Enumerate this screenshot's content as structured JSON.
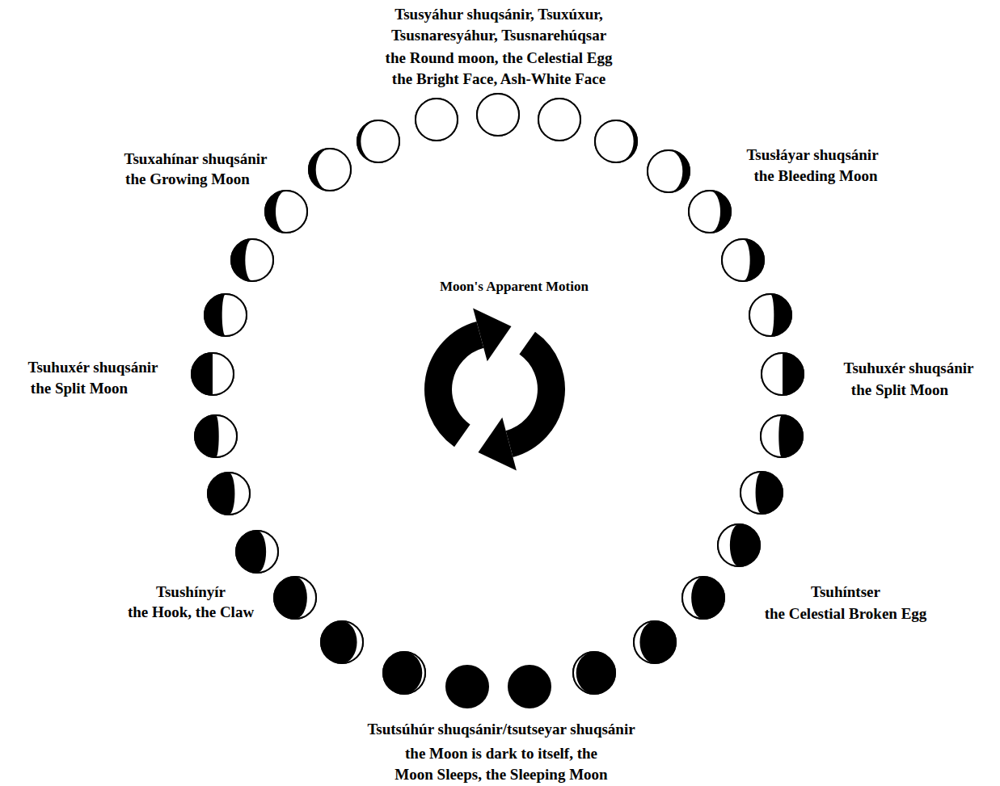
{
  "diagram": {
    "labels": [
      "Tsusyáhur shuqsánir, Tsuxúxur, Tsusnaresyáhur, Tsusnarehúqsar",
      "the Round moon, the Celestial Egg the Bright Face, Ash-White Face",
      "Tsuxahínar shuqsánir",
      "the Growing Moon",
      "Tsusłáyar shuqsánir",
      "the Bleeding Moon",
      "Moon's Apparent Motion",
      "Tsuhuxér shuqsánir",
      "the Split Moon",
      "Tsuhuxér shuqsánir",
      "the Split Moon",
      "Tsushínyír",
      "the Hook, the Claw",
      "Tsuhíntser",
      "the Celestial Broken Egg",
      "Tsutsúhúr shuqsánir/tsutseyar shuqsánir",
      "the Moon is dark to itself, the Moon Sleeps, the Sleeping Moon"
    ]
  }
}
